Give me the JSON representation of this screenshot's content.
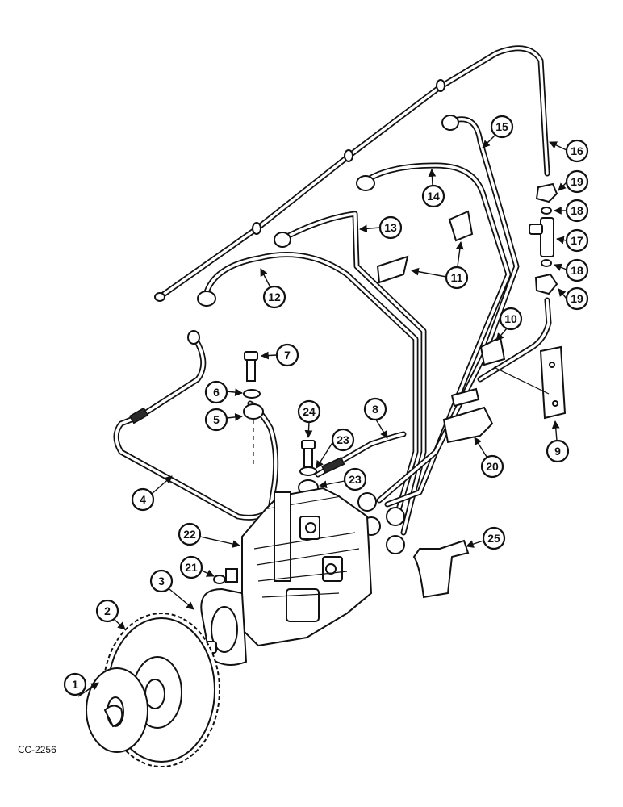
{
  "figure_code": "ⅭC-2256",
  "callouts": [
    "1",
    "2",
    "3",
    "4",
    "5",
    "6",
    "7",
    "8",
    "9",
    "10",
    "11",
    "12",
    "13",
    "14",
    "15",
    "16",
    "17",
    "18",
    "18",
    "19",
    "19",
    "20",
    "21",
    "22",
    "23",
    "23",
    "24",
    "25"
  ]
}
